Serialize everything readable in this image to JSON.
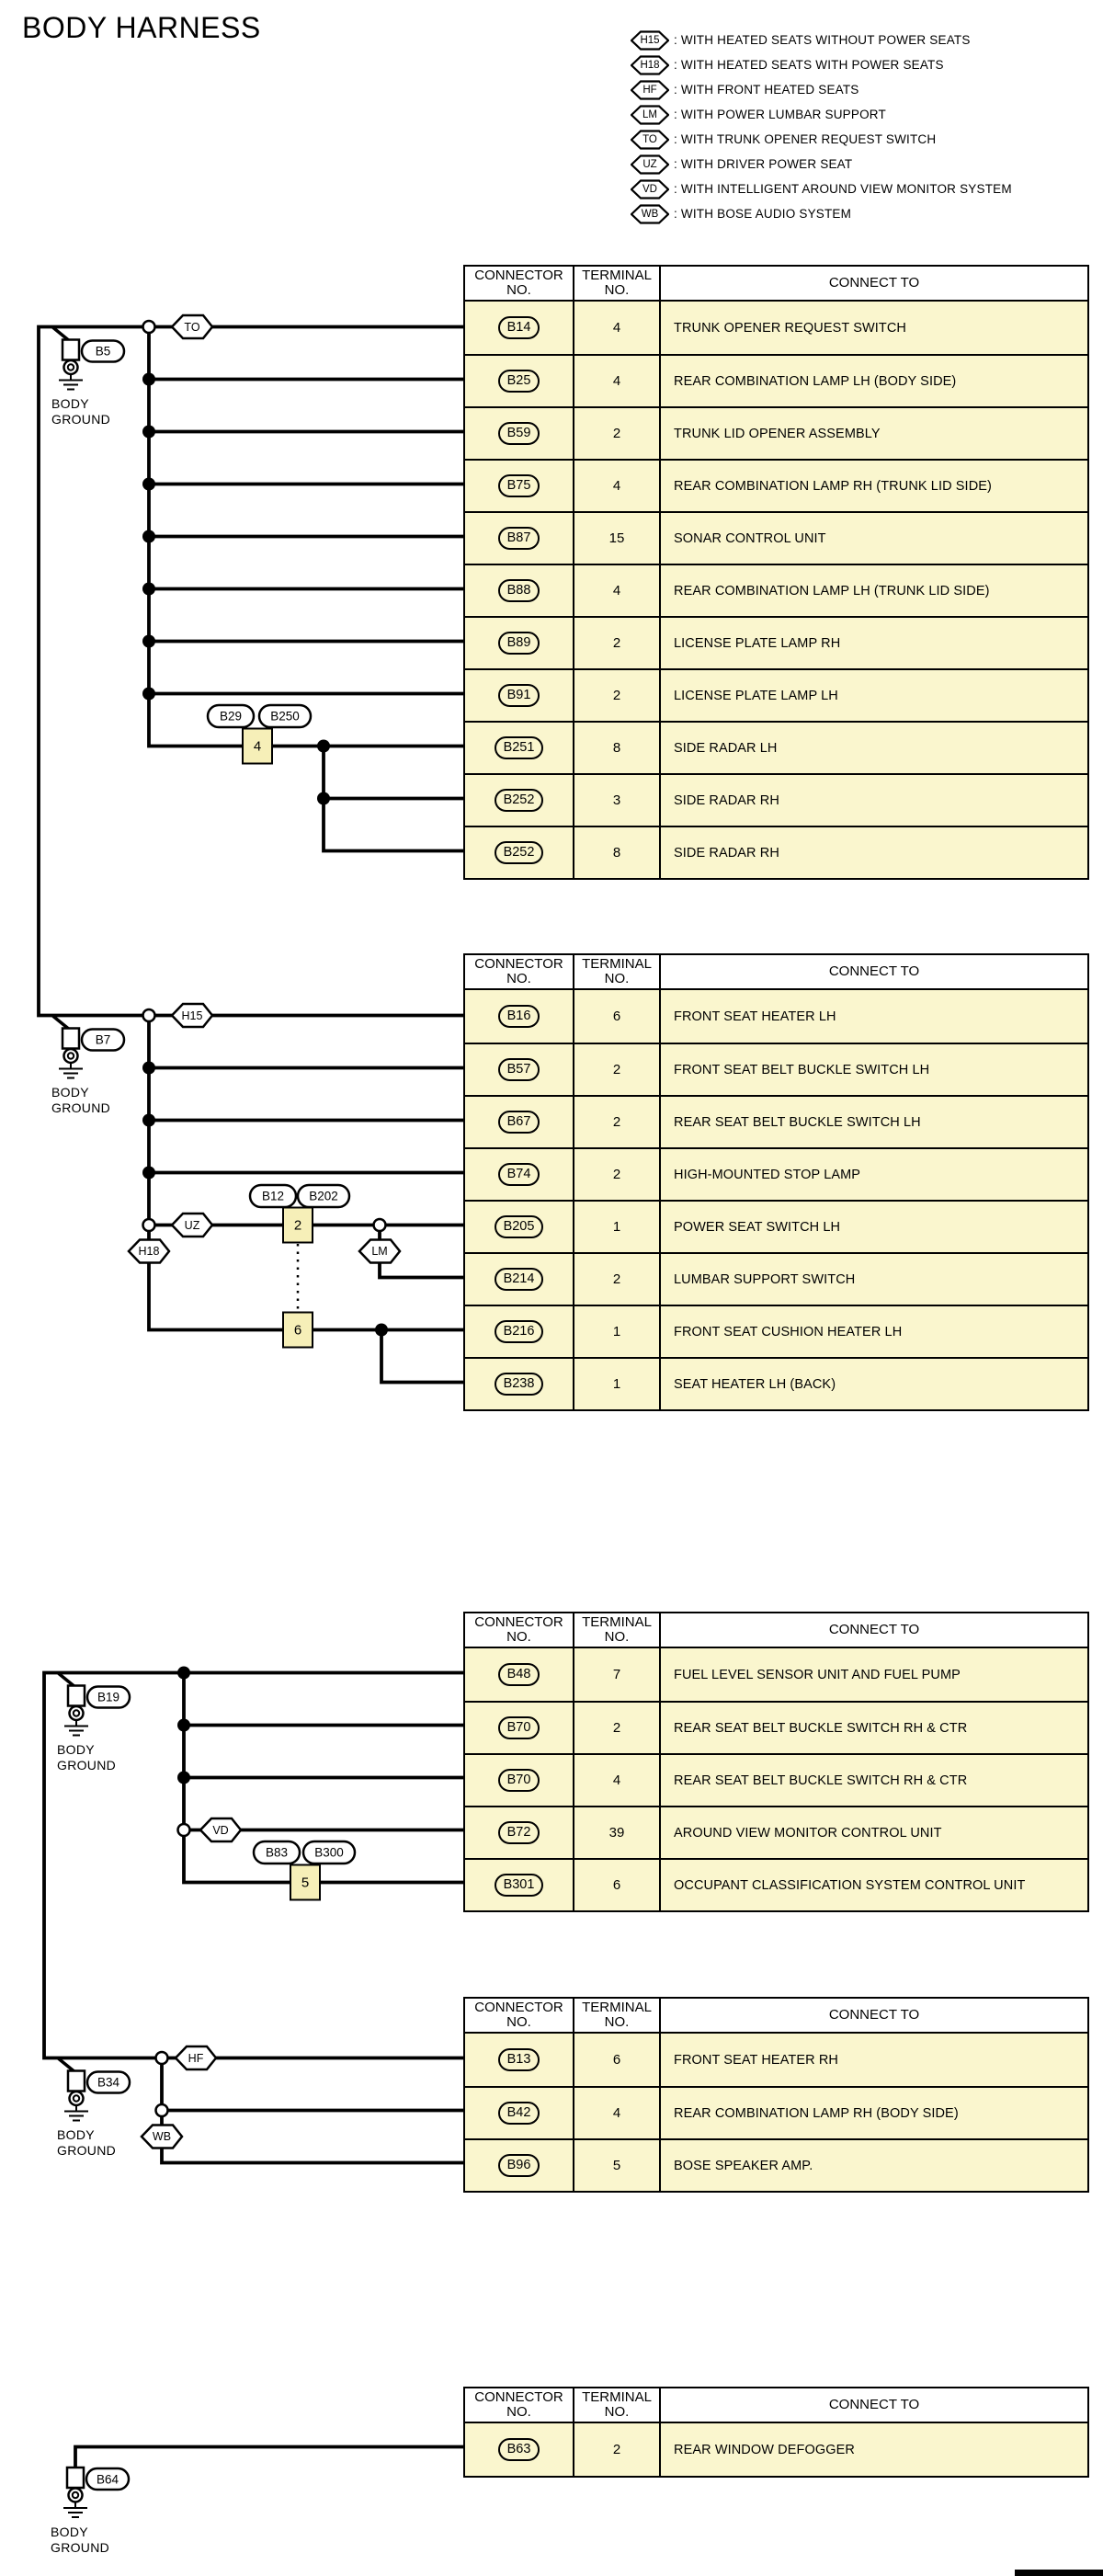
{
  "title": "BODY HARNESS",
  "legend": [
    {
      "symbol": "H15",
      "description": ": WITH HEATED SEATS WITHOUT POWER SEATS"
    },
    {
      "symbol": "H18",
      "description": ": WITH HEATED SEATS WITH POWER SEATS"
    },
    {
      "symbol": "HF",
      "description": ": WITH FRONT HEATED SEATS"
    },
    {
      "symbol": "LM",
      "description": ": WITH POWER LUMBAR SUPPORT"
    },
    {
      "symbol": "TO",
      "description": ": WITH TRUNK OPENER REQUEST SWITCH"
    },
    {
      "symbol": "UZ",
      "description": ": WITH DRIVER POWER SEAT"
    },
    {
      "symbol": "VD",
      "description": ": WITH INTELLIGENT AROUND VIEW MONITOR SYSTEM"
    },
    {
      "symbol": "WB",
      "description": ": WITH BOSE AUDIO SYSTEM"
    }
  ],
  "table_header": {
    "col1": [
      "CONNECTOR",
      "NO."
    ],
    "col2": [
      "TERMINAL",
      "NO."
    ],
    "col3": "CONNECT TO"
  },
  "diagram": {
    "ground_text": [
      "BODY",
      "GROUND"
    ],
    "grounds": {
      "g1": "B5",
      "g2": "B7",
      "g3": "B19",
      "g4": "B34",
      "g5": "B64"
    },
    "hex": {
      "to": "TO",
      "h15": "H15",
      "uz": "UZ",
      "h18": "H18",
      "lm": "LM",
      "vd": "VD",
      "hf": "HF",
      "wb": "WB"
    },
    "ovals": {
      "b29": "B29",
      "b250": "B250",
      "b12": "B12",
      "b202": "B202",
      "b83": "B83",
      "b300": "B300"
    },
    "boxes": {
      "n4": "4",
      "n2": "2",
      "n6": "6",
      "n5": "5"
    }
  },
  "sections": {
    "s1": {
      "rows": [
        {
          "connector": "B14",
          "terminal": "4",
          "connect_to": "TRUNK OPENER REQUEST SWITCH"
        },
        {
          "connector": "B25",
          "terminal": "4",
          "connect_to": "REAR COMBINATION LAMP LH (BODY SIDE)"
        },
        {
          "connector": "B59",
          "terminal": "2",
          "connect_to": "TRUNK LID OPENER ASSEMBLY"
        },
        {
          "connector": "B75",
          "terminal": "4",
          "connect_to": "REAR COMBINATION LAMP RH (TRUNK LID SIDE)"
        },
        {
          "connector": "B87",
          "terminal": "15",
          "connect_to": "SONAR CONTROL UNIT"
        },
        {
          "connector": "B88",
          "terminal": "4",
          "connect_to": "REAR COMBINATION LAMP LH (TRUNK LID SIDE)"
        },
        {
          "connector": "B89",
          "terminal": "2",
          "connect_to": "LICENSE PLATE LAMP RH"
        },
        {
          "connector": "B91",
          "terminal": "2",
          "connect_to": "LICENSE PLATE LAMP LH"
        },
        {
          "connector": "B251",
          "terminal": "8",
          "connect_to": "SIDE RADAR LH"
        },
        {
          "connector": "B252",
          "terminal": "3",
          "connect_to": "SIDE RADAR RH"
        },
        {
          "connector": "B252",
          "terminal": "8",
          "connect_to": "SIDE RADAR RH"
        }
      ]
    },
    "s2": {
      "rows": [
        {
          "connector": "B16",
          "terminal": "6",
          "connect_to": "FRONT SEAT HEATER LH"
        },
        {
          "connector": "B57",
          "terminal": "2",
          "connect_to": "FRONT SEAT BELT BUCKLE SWITCH LH"
        },
        {
          "connector": "B67",
          "terminal": "2",
          "connect_to": "REAR SEAT BELT BUCKLE SWITCH LH"
        },
        {
          "connector": "B74",
          "terminal": "2",
          "connect_to": "HIGH-MOUNTED STOP LAMP"
        },
        {
          "connector": "B205",
          "terminal": "1",
          "connect_to": "POWER SEAT SWITCH LH"
        },
        {
          "connector": "B214",
          "terminal": "2",
          "connect_to": "LUMBAR SUPPORT SWITCH"
        },
        {
          "connector": "B216",
          "terminal": "1",
          "connect_to": "FRONT SEAT CUSHION HEATER LH"
        },
        {
          "connector": "B238",
          "terminal": "1",
          "connect_to": "SEAT HEATER LH (BACK)"
        }
      ]
    },
    "s3": {
      "rows": [
        {
          "connector": "B48",
          "terminal": "7",
          "connect_to": "FUEL LEVEL SENSOR UNIT AND FUEL PUMP"
        },
        {
          "connector": "B70",
          "terminal": "2",
          "connect_to": "REAR SEAT BELT BUCKLE SWITCH RH & CTR"
        },
        {
          "connector": "B70",
          "terminal": "4",
          "connect_to": "REAR SEAT BELT BUCKLE SWITCH RH & CTR"
        },
        {
          "connector": "B72",
          "terminal": "39",
          "connect_to": "AROUND VIEW MONITOR CONTROL UNIT"
        },
        {
          "connector": "B301",
          "terminal": "6",
          "connect_to": "OCCUPANT CLASSIFICATION SYSTEM CONTROL UNIT"
        }
      ]
    },
    "s4": {
      "rows": [
        {
          "connector": "B13",
          "terminal": "6",
          "connect_to": "FRONT SEAT HEATER RH"
        },
        {
          "connector": "B42",
          "terminal": "4",
          "connect_to": "REAR COMBINATION LAMP RH (BODY SIDE)"
        },
        {
          "connector": "B96",
          "terminal": "5",
          "connect_to": "BOSE SPEAKER AMP."
        }
      ]
    },
    "s5": {
      "rows": [
        {
          "connector": "B63",
          "terminal": "2",
          "connect_to": "REAR WINDOW DEFOGGER"
        }
      ]
    }
  }
}
